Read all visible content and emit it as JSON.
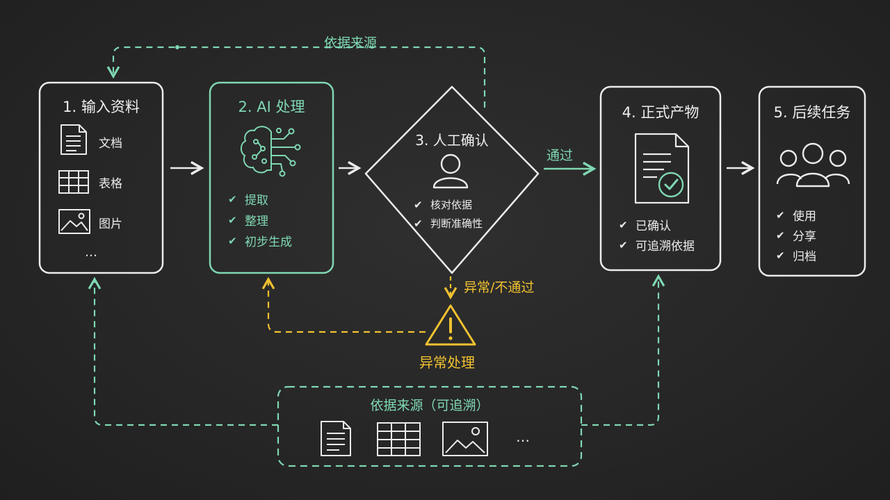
{
  "colors": {
    "background": "#262626",
    "chalk_white": "#ececec",
    "green": "#7fd8b3",
    "yellow": "#f2c230"
  },
  "top_loop": {
    "label": "依据来源"
  },
  "steps": [
    {
      "title": "1. 输入资料",
      "items": [
        "文档",
        "表格",
        "图片"
      ],
      "more": "…",
      "icons": [
        "document-icon",
        "table-icon",
        "image-icon"
      ]
    },
    {
      "title": "2. AI 处理",
      "items": [
        "提取",
        "整理",
        "初步生成"
      ],
      "icon": "ai-brain-icon"
    },
    {
      "title": "3. 人工确认",
      "items": [
        "核对依据",
        "判断准确性"
      ],
      "icon": "person-icon"
    },
    {
      "title": "4. 正式产物",
      "items": [
        "已确认",
        "可追溯依据"
      ],
      "icon": "approved-document-icon"
    },
    {
      "title": "5. 后续任务",
      "items": [
        "使用",
        "分享",
        "归档"
      ],
      "icon": "team-icon"
    }
  ],
  "edges": {
    "pass_label": "通过",
    "fail_label": "异常/不通过"
  },
  "exception": {
    "label": "异常处理",
    "icon": "warning-icon"
  },
  "source_panel": {
    "title": "依据来源（可追溯）",
    "icons": [
      "document-icon",
      "table-icon",
      "image-icon"
    ],
    "more": "…"
  }
}
